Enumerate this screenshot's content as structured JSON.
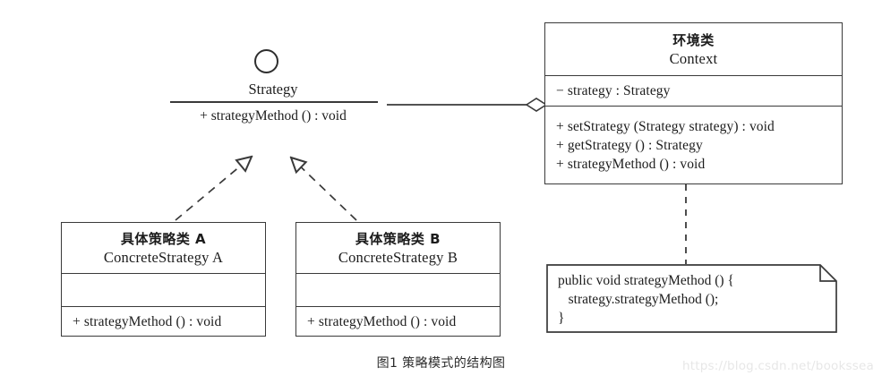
{
  "diagram": {
    "caption": "图1 策略模式的结构图",
    "watermark": "https://blog.csdn.net/bookssea",
    "stroke_color": "#3a3a3a",
    "background": "#ffffff"
  },
  "interface": {
    "name": "Strategy",
    "method": "+ strategyMethod () : void",
    "icon": "interface-lollipop-circle"
  },
  "context": {
    "title_cn": "环境类",
    "title_en": "Context",
    "attributes": [
      "− strategy : Strategy"
    ],
    "operations": [
      "+ setStrategy (Strategy strategy) : void",
      "+ getStrategy () : Strategy",
      "+ strategyMethod () : void"
    ]
  },
  "concrete_a": {
    "title_cn": "具体策略类 A",
    "title_en": "ConcreteStrategy  A",
    "attributes": [],
    "operations": [
      "+ strategyMethod () : void"
    ]
  },
  "concrete_b": {
    "title_cn": "具体策略类 B",
    "title_en": "ConcreteStrategy  B",
    "attributes": [],
    "operations": [
      "+ strategyMethod () : void"
    ]
  },
  "note": {
    "lines": [
      "public void strategyMethod () {",
      "   strategy.strategyMethod ();",
      "}"
    ]
  },
  "relations": {
    "aggregation": {
      "label": "",
      "from": "Context",
      "to": "Strategy",
      "marker": "hollow-diamond"
    },
    "realization_a": {
      "from": "ConcreteStrategy A",
      "to": "Strategy",
      "marker": "hollow-triangle-dashed"
    },
    "realization_b": {
      "from": "ConcreteStrategy B",
      "to": "Strategy",
      "marker": "hollow-triangle-dashed"
    },
    "note_link": {
      "from": "Context",
      "to": "note",
      "marker": "dashed-line"
    }
  }
}
